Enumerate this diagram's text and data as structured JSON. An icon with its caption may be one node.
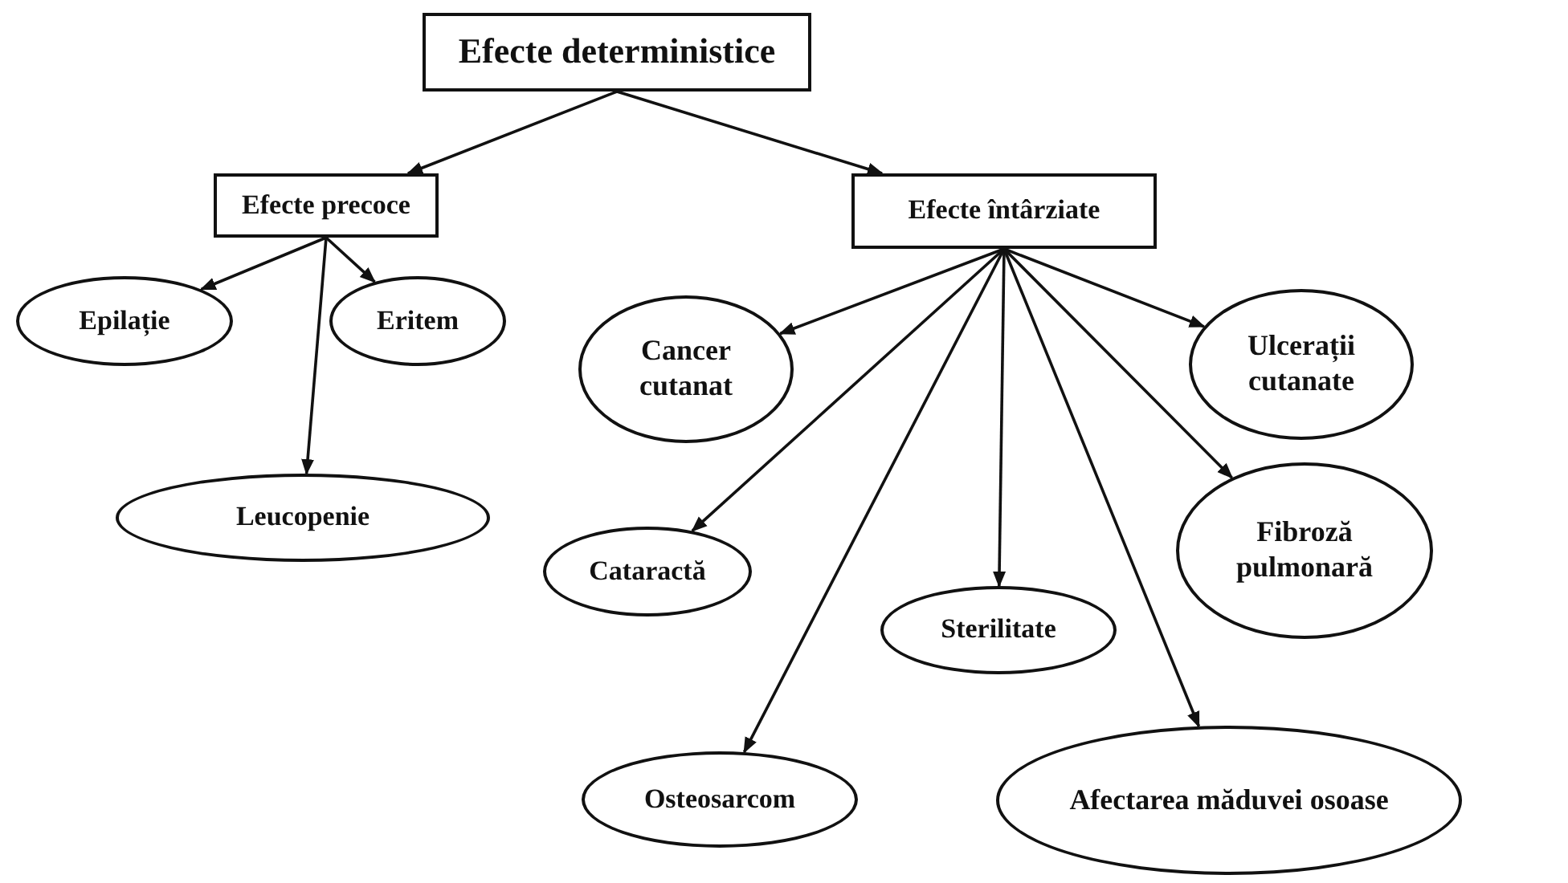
{
  "diagram": {
    "nodes": [
      {
        "text": [
          "Efecte deterministice"
        ]
      },
      {
        "text": [
          "Efecte precoce"
        ]
      },
      {
        "text": [
          "Efecte întârziate"
        ]
      },
      {
        "text": [
          "Epilație"
        ]
      },
      {
        "text": [
          "Eritem"
        ]
      },
      {
        "text": [
          "Leucopenie"
        ]
      },
      {
        "text": [
          "Cancer cutanat"
        ]
      },
      {
        "text": [
          "Ulcerații cutanate"
        ]
      },
      {
        "text": [
          "Cataractă"
        ]
      },
      {
        "text": [
          "Sterilitate"
        ]
      },
      {
        "text": [
          "Fibroză pulmonară"
        ]
      },
      {
        "text": [
          "Osteosarcom"
        ]
      },
      {
        "text": [
          "Afectarea măduvei osoase"
        ]
      }
    ],
    "edges": [
      {
        "from": 0,
        "to": 1,
        "arrow": "to"
      },
      {
        "from": 0,
        "to": 2,
        "arrow": "to"
      },
      {
        "from": 1,
        "to": 3,
        "arrow": "to"
      },
      {
        "from": 1,
        "to": 4,
        "arrow": "to"
      },
      {
        "from": 1,
        "to": 5,
        "arrow": "to"
      },
      {
        "from": 2,
        "to": 6,
        "arrow": "to"
      },
      {
        "from": 2,
        "to": 7,
        "arrow": "to"
      },
      {
        "from": 2,
        "to": 8,
        "arrow": "to"
      },
      {
        "from": 2,
        "to": 9,
        "arrow": "to"
      },
      {
        "from": 2,
        "to": 10,
        "arrow": "to"
      },
      {
        "from": 2,
        "to": 11,
        "arrow": "to"
      },
      {
        "from": 2,
        "to": 12,
        "arrow": "to"
      }
    ]
  }
}
